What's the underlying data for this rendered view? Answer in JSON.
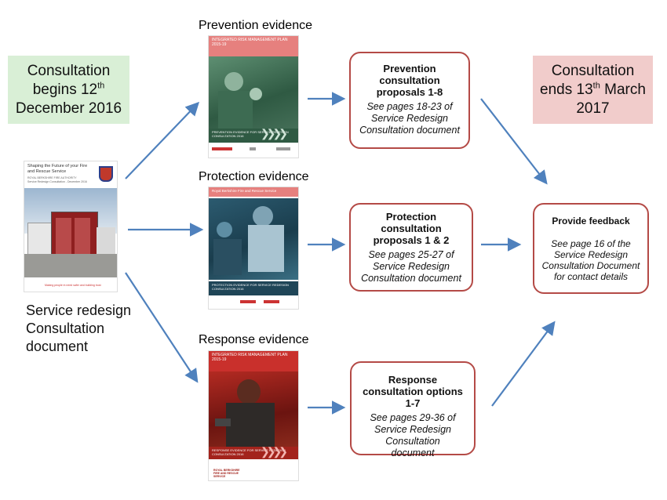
{
  "start": {
    "line1": "Consultation",
    "line2a": "begins 12",
    "line2sup": "th",
    "line3": "December 2016"
  },
  "end": {
    "line1": "Consultation",
    "line2a": "ends 13",
    "line2sup": "th",
    "line2b": " March",
    "line3": "2017"
  },
  "main_document": {
    "label_lines": [
      "Service redesign",
      "Consultation",
      "document"
    ],
    "cover_title": "Shaping the Future of your Fire and Rescue Service",
    "cover_sub": "ROYAL BERKSHIRE FIRE AUTHORITY",
    "cover_sub2": "Service Redesign Consultation - December 2016",
    "cover_footer": "Making people in need safer and building trust"
  },
  "evidence": {
    "prevention": {
      "title": "Prevention evidence",
      "cover_band": "INTEGRATED RISK MANAGEMENT PLAN 2015-19",
      "cover_caption": "PREVENTION EVIDENCE FOR SERVICE REDESIGN CONSULTATION 2016"
    },
    "protection": {
      "title": "Protection evidence",
      "cover_band": "Royal Berkshire Fire and Rescue Service",
      "cover_caption": "PROTECTION EVIDENCE FOR SERVICE REDESIGN CONSULTATION 2016"
    },
    "response": {
      "title": "Response evidence",
      "cover_band": "INTEGRATED RISK MANAGEMENT PLAN 2015-19",
      "cover_caption": "RESPONSE EVIDENCE FOR SERVICE REDESIGN CONSULTATION 2016",
      "cover_footer": "ROYAL BERKSHIRE FIRE AND RESCUE SERVICE"
    }
  },
  "proposals": {
    "prevention": {
      "title": "Prevention consultation proposals 1-8",
      "desc": "See pages 18-23 of Service Redesign Consultation document"
    },
    "protection": {
      "title": "Protection consultation proposals 1 & 2",
      "desc": "See pages 25-27 of Service Redesign Consultation document"
    },
    "response": {
      "title": "Response consultation options 1-7",
      "desc": "See pages 29-36 of Service Redesign Consultation document"
    }
  },
  "feedback": {
    "title": "Provide feedback",
    "desc": "See page 16 of the Service Redesign Consultation Document for contact details"
  },
  "colors": {
    "arrow": "#4f81bd",
    "box_border": "#b44a46",
    "start_fill": "#d9efd6",
    "end_fill": "#f1cccb"
  }
}
